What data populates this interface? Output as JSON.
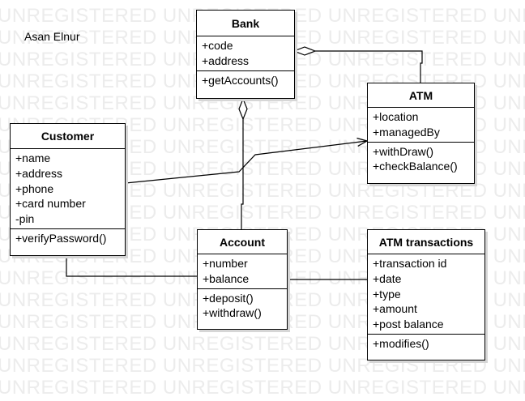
{
  "watermark": "UNREGISTERED UNREGISTERED UNREGISTERED UNREGISTERED UNREGISTERED",
  "authors": "Asan   Elnur",
  "classes": {
    "bank": {
      "name": "Bank",
      "attributes": [
        "+code",
        "+address"
      ],
      "operations": [
        "+getAccounts()"
      ]
    },
    "atm": {
      "name": "ATM",
      "attributes": [
        "+location",
        "+managedBy"
      ],
      "operations": [
        "+withDraw()",
        "+checkBalance()"
      ]
    },
    "customer": {
      "name": "Customer",
      "attributes": [
        "+name",
        "+address",
        "+phone",
        "+card number",
        "-pin"
      ],
      "operations": [
        "+verifyPassword()"
      ]
    },
    "account": {
      "name": "Account",
      "attributes": [
        "+number",
        "+balance"
      ],
      "operations": [
        "+deposit()",
        "+withdraw()"
      ]
    },
    "atm_transactions": {
      "name": "ATM transactions",
      "attributes": [
        "+transaction id",
        "+date",
        "+type",
        "+amount",
        "+post balance"
      ],
      "operations": [
        "+modifies()"
      ]
    }
  },
  "relations": [
    {
      "from": "atm",
      "to": "bank",
      "kind": "aggregation"
    },
    {
      "from": "account",
      "to": "bank",
      "kind": "aggregation"
    },
    {
      "from": "customer",
      "to": "atm",
      "kind": "directed-association"
    },
    {
      "from": "customer",
      "to": "account",
      "kind": "association"
    },
    {
      "from": "account",
      "to": "atm_transactions",
      "kind": "association"
    }
  ]
}
